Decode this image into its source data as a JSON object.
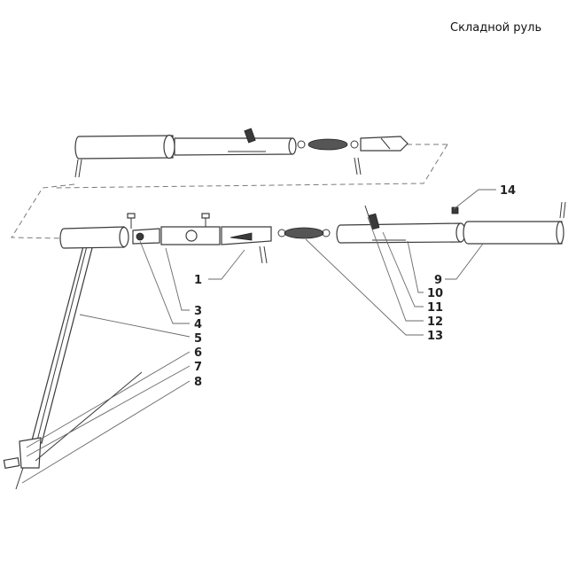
{
  "title": "Складной руль",
  "callouts": [
    "1",
    "3",
    "4",
    "5",
    "6",
    "7",
    "8",
    "9",
    "10",
    "11",
    "12",
    "13",
    "14"
  ]
}
